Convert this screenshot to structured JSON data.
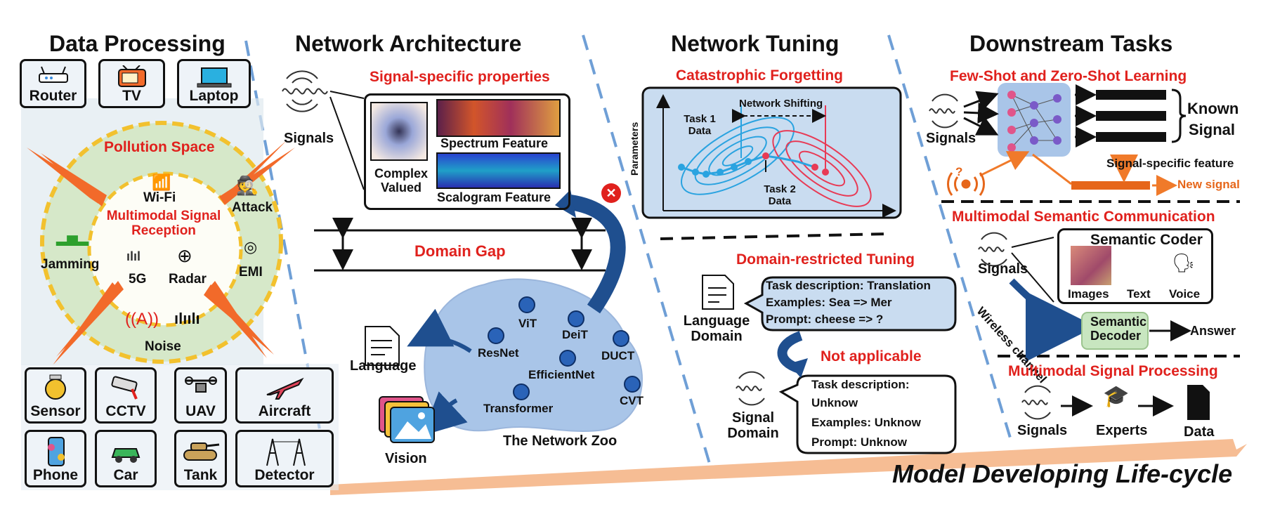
{
  "sections": {
    "data_processing": "Data Processing",
    "network_architecture": "Network Architecture",
    "network_tuning": "Network Tuning",
    "downstream_tasks": "Downstream Tasks"
  },
  "data_processing": {
    "top_devices": [
      "Router",
      "TV",
      "Laptop"
    ],
    "pollution_space": "Pollution Space",
    "wifi": "Wi-Fi",
    "multimodal_reception": "Multimodal Signal Reception",
    "attack": "Attack",
    "jamming": "Jamming",
    "g5": "5G",
    "radar": "Radar",
    "emi": "EMI",
    "noise": "Noise",
    "bottom_devices": [
      "Sensor",
      "CCTV",
      "UAV",
      "Aircraft",
      "Phone",
      "Car",
      "Tank",
      "Detector"
    ]
  },
  "network_architecture": {
    "signal_props": "Signal-specific properties",
    "signals": "Signals",
    "complex_valued": "Complex Valued",
    "spectrum_feature": "Spectrum Feature",
    "scalogram_feature": "Scalogram Feature",
    "domain_gap": "Domain Gap",
    "language": "Language",
    "vision": "Vision",
    "zoo_title": "The Network Zoo",
    "models": [
      "ViT",
      "DeiT",
      "ResNet",
      "DUCT",
      "EfficientNet",
      "Transformer",
      "CVT"
    ]
  },
  "network_tuning": {
    "catastrophic": "Catastrophic Forgetting",
    "network_shifting": "Network Shifting",
    "task1": "Task 1 Data",
    "task2": "Task 2 Data",
    "parameters": "Parameters",
    "domain_restricted": "Domain-restricted Tuning",
    "language_domain": "Language Domain",
    "prompt_lines": [
      "Task description: Translation",
      "Examples: Sea => Mer",
      "Prompt: cheese => ?"
    ],
    "not_applicable": "Not applicable",
    "signal_domain": "Signal Domain",
    "signal_lines": [
      "Task description:",
      "Unknow",
      "Examples: Unknow",
      "Prompt: Unknow"
    ]
  },
  "downstream": {
    "few_shot": "Few-Shot and Zero-Shot Learning",
    "signals": "Signals",
    "known_signal": "Known Signal",
    "signal_specific_feature": "Signal-specific feature",
    "new_signal": "New signal",
    "semantic_comm": "Multimodal Semantic Communication",
    "semantic_coder": "Semantic Coder",
    "images": "Images",
    "text": "Text",
    "voice": "Voice",
    "wireless_channel": "Wireless channel",
    "semantic_decoder": "Semantic Decoder",
    "answer": "Answer",
    "signal_processing": "Multimodal Signal Processing",
    "experts": "Experts",
    "data": "Data"
  },
  "lifecycle": "Model Developing Life-cycle",
  "colors": {
    "accent_red": "#e0211d",
    "blue": "#2a63b8",
    "orange": "#f07a2a",
    "yellow": "#f2c12e",
    "green": "#d4e8c6"
  }
}
